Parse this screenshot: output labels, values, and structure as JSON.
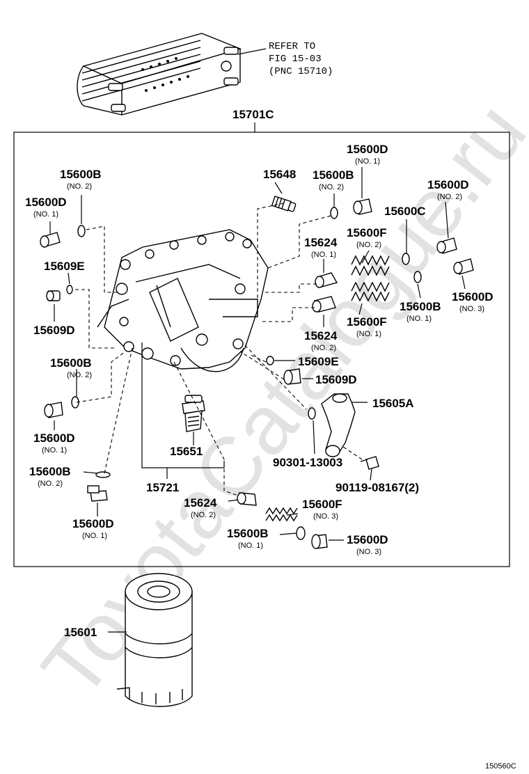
{
  "watermark": "ToyotaCatalogue.ru",
  "diagram_id": "150560C",
  "reference": {
    "line1": "REFER TO",
    "line2": "FIG 15-03",
    "line3": "(PNC 15710)"
  },
  "labels": {
    "assembly": "15701C",
    "p15600D_no1_top": "15600D",
    "p15600D_no1_top_sub": "(NO. 1)",
    "p15648": "15648",
    "p15600B_no2_top": "15600B",
    "p15600B_no2_top_sub": "(NO. 2)",
    "p15600D_no2": "15600D",
    "p15600D_no2_sub": "(NO. 2)",
    "p15600B_no2_left": "15600B",
    "p15600B_no2_left_sub": "(NO. 2)",
    "p15600D_no1_left": "15600D",
    "p15600D_no1_left_sub": "(NO. 1)",
    "p15600C": "15600C",
    "p15600F_no2": "15600F",
    "p15600F_no2_sub": "(NO. 2)",
    "p15624_no1": "15624",
    "p15624_no1_sub": "(NO. 1)",
    "p15609E_left": "15609E",
    "p15609D_left": "15609D",
    "p15600B_no1_right": "15600B",
    "p15600B_no1_right_sub": "(NO. 1)",
    "p15600D_no3_right": "15600D",
    "p15600D_no3_right_sub": "(NO. 3)",
    "p15600F_no1": "15600F",
    "p15600F_no1_sub": "(NO. 1)",
    "p15624_no2": "15624",
    "p15624_no2_sub": "(NO. 2)",
    "p15600B_no2_mid": "15600B",
    "p15600B_no2_mid_sub": "(NO. 2)",
    "p15609E_right": "15609E",
    "p15609D_right": "15609D",
    "p15605A": "15605A",
    "p15600D_no1_mid": "15600D",
    "p15600D_no1_mid_sub": "(NO. 1)",
    "p15651": "15651",
    "p90301": "90301-13003",
    "p15600B_no2_low": "15600B",
    "p15600B_no2_low_sub": "(NO. 2)",
    "p90119": "90119-08167(2)",
    "p15721": "15721",
    "p15624_no2_low": "15624",
    "p15624_no2_low_sub": "(NO. 2)",
    "p15600F_no3": "15600F",
    "p15600F_no3_sub": "(NO. 3)",
    "p15600D_no1_low": "15600D",
    "p15600D_no1_low_sub": "(NO. 1)",
    "p15600B_no1_low": "15600B",
    "p15600B_no1_low_sub": "(NO. 1)",
    "p15600D_no3_low": "15600D",
    "p15600D_no3_low_sub": "(NO. 3)",
    "p15601": "15601"
  }
}
